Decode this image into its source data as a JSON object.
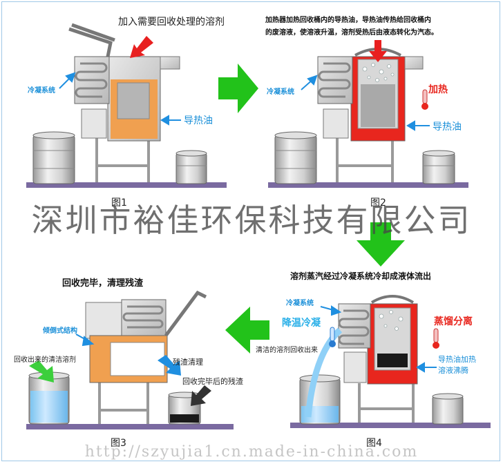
{
  "colors": {
    "oil": "#f0a050",
    "heated": "#e8261e",
    "arrow_green": "#22c21a",
    "pointer_red": "#e82020",
    "pointer_blue": "#1f8fe0",
    "label_blue": "#1a8fd8",
    "platform": "#7a6aa0"
  },
  "fig1": {
    "caption": "图1",
    "top_text": "加入需要回收处理的溶剂",
    "cond_label": "冷凝系统",
    "oil_label": "导热油"
  },
  "fig2": {
    "caption": "图2",
    "top_text_1": "加热器加热回收桶内的导热油，导热油传热给回收桶内",
    "top_text_2": "的废溶液，使溶液升温，溶剂受热后由液态转化为汽态。",
    "cond_label": "冷凝系统",
    "heat_label": "加热",
    "oil_label": "导热油"
  },
  "fig3": {
    "caption": "图3",
    "top_text": "回收完毕，清理残渣",
    "tilt_label": "倾倒式结构",
    "clean_label": "回收出来的清洁溶剂",
    "slag_label": "残渣清理",
    "residue_label": "回收完毕后的残渣"
  },
  "fig4": {
    "caption": "图4",
    "top_text": "溶剂蒸汽经过冷凝系统冷却成液体流出",
    "cond_label": "冷凝系统",
    "cool_label": "降温冷凝",
    "distill_label": "蒸馏分离",
    "outflow_label": "清洁的溶剂回收出来",
    "boil_label_1": "导热油加热",
    "boil_label_2": "溶液沸腾"
  },
  "watermark": "深圳市裕佳环保科技有限公司",
  "url": "http://szyujia1.cn.made-in-china.com"
}
